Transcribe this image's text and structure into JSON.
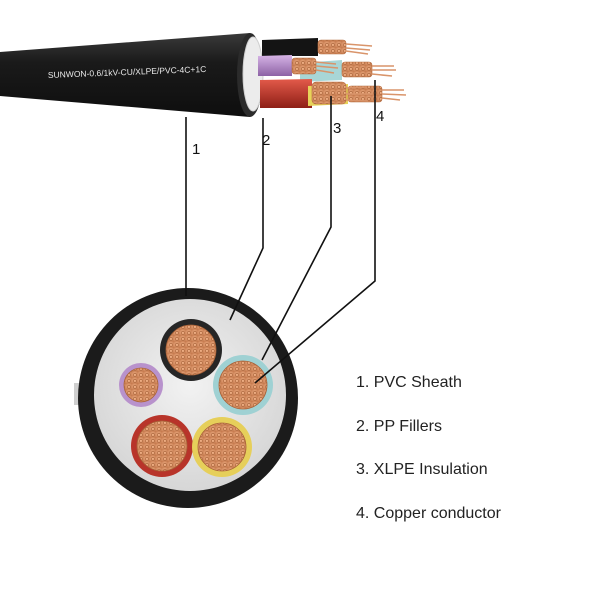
{
  "cable": {
    "print": "SUNWON-0.6/1kV-CU/XLPE/PVC-4C+1C",
    "colors": {
      "sheath": "#1e1e1e",
      "filler": "#e6e6e6",
      "copper": "#d9946a",
      "core_black": "#2a2a2a",
      "core_purple": "#b58fc8",
      "core_blue": "#9ed2d6",
      "core_red": "#c0392b",
      "core_yellow": "#e8d060"
    }
  },
  "callouts": {
    "n1": "1",
    "n2": "2",
    "n3": "3",
    "n4": "4"
  },
  "legend": {
    "item1": "1. PVC Sheath",
    "item2": "2. PP Fillers",
    "item3": "3. XLPE Insulation",
    "item4": "4. Copper conductor"
  }
}
